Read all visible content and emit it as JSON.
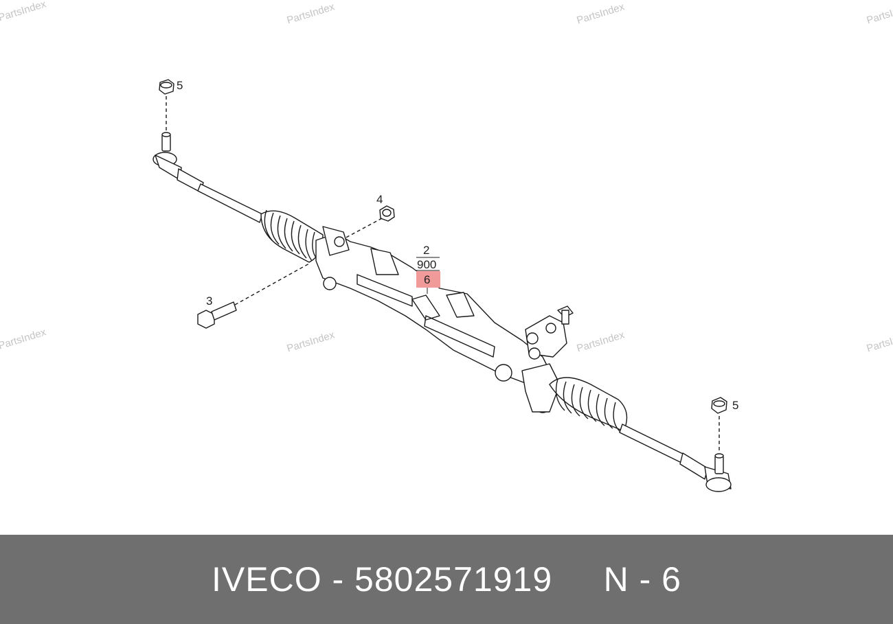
{
  "watermark": "PartsIndex",
  "callouts": {
    "c5_top": "5",
    "c4": "4",
    "c3": "3",
    "c2": "2",
    "c900": "900",
    "c6": "6",
    "c5_bottom": "5"
  },
  "highlight_color": "#f19a9a",
  "footer": {
    "label": "IVECO - 5802571919     N - 6",
    "background": "#6f6f6f"
  }
}
